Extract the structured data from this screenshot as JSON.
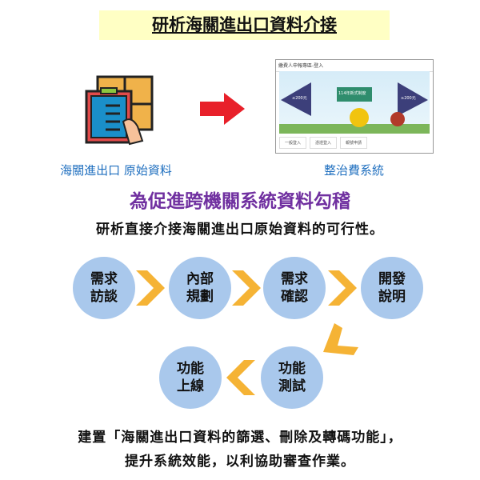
{
  "title": "研析海關進出口資料介接",
  "left_caption": "海關進出口 原始資料",
  "right_caption": "整治費系統",
  "screenshot": {
    "header": "繳費人申報專區-登入",
    "banner_title": "114年新式制度",
    "left_badge": "≤200元",
    "right_badge": "≥200元",
    "tabs": [
      "一般登入",
      "憑證登入",
      "報號申請"
    ]
  },
  "purpose": "為促進跨機關系統資料勾稽",
  "subtitle": "研析直接介接海關進出口原始資料的可行性。",
  "steps": [
    {
      "l1": "需求",
      "l2": "訪談"
    },
    {
      "l1": "內部",
      "l2": "規劃"
    },
    {
      "l1": "需求",
      "l2": "確認"
    },
    {
      "l1": "開發",
      "l2": "說明"
    },
    {
      "l1": "功能",
      "l2": "測試"
    },
    {
      "l1": "功能",
      "l2": "上線"
    }
  ],
  "footer_line1": "建置「海關進出口資料的篩選、刪除及轉碼功能」，",
  "footer_line2": "提升系統效能，以利協助審查作業。",
  "colors": {
    "circle": "#a9c8ec",
    "chevron": "#f5b335",
    "arrow": "#e8202a",
    "purpose": "#7030a0",
    "caption": "#1f6fbf",
    "title_bg": "#ffffc4"
  }
}
